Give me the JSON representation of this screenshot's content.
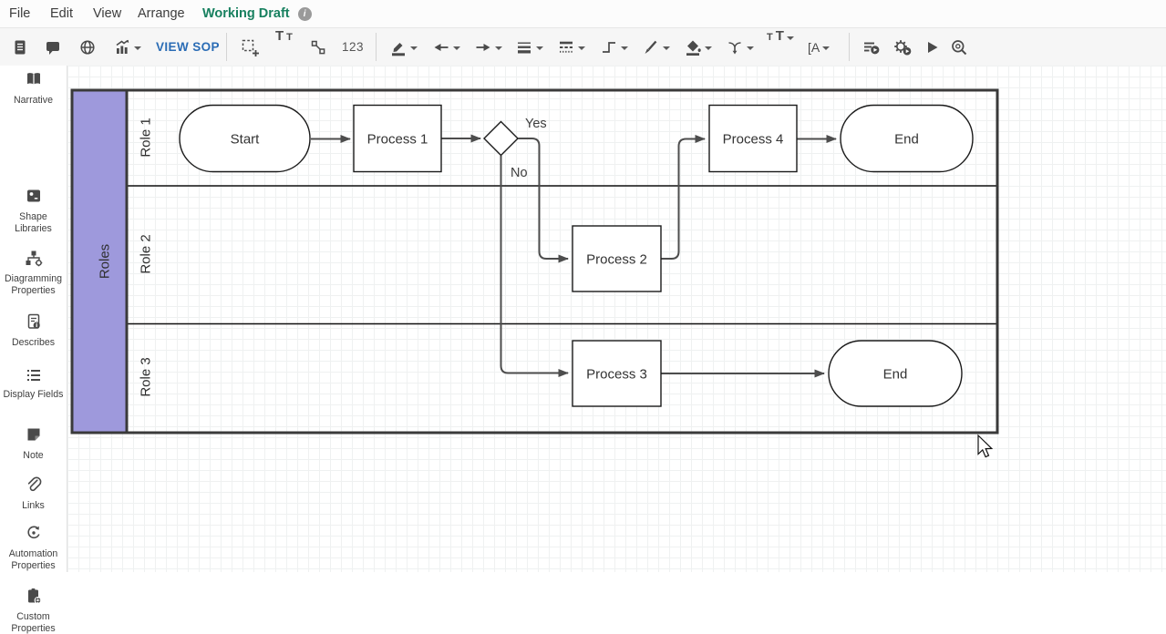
{
  "menubar": {
    "items": [
      {
        "label": "File"
      },
      {
        "label": "Edit"
      },
      {
        "label": "View"
      },
      {
        "label": "Arrange"
      }
    ],
    "status": {
      "label": "Working Draft",
      "info_glyph": "i"
    }
  },
  "toolbar": {
    "view_sop": "VIEW SOP",
    "text_tool": {
      "a": "T",
      "b": "T"
    },
    "numbers": "123",
    "font_size": {
      "a": "T",
      "b": "T"
    },
    "font_family": "[A",
    "icons": [
      "document-icon",
      "comment-icon",
      "globe-icon",
      "chart-edit-icon",
      "select-area-icon",
      "connector-nodes-icon",
      "line-color-icon",
      "arrow-start-icon",
      "arrow-end-icon",
      "line-weight-icon",
      "line-style-icon",
      "connector-type-icon",
      "brush-icon",
      "fill-color-icon",
      "junction-icon",
      "font-size-icon",
      "font-family-icon",
      "query-run-icon",
      "automation-run-icon",
      "play-icon",
      "zoom-search-icon"
    ]
  },
  "sidebar": {
    "items": [
      {
        "label": "Narrative",
        "icon": "narrative-book-icon"
      },
      {
        "label": "Shape Libraries",
        "icon": "shape-libraries-icon"
      },
      {
        "label": "Diagramming Properties",
        "icon": "diagramming-properties-icon"
      },
      {
        "label": "Describes",
        "icon": "describes-icon"
      },
      {
        "label": "Display Fields",
        "icon": "display-fields-icon"
      },
      {
        "label": "Note",
        "icon": "note-icon"
      },
      {
        "label": "Links",
        "icon": "links-icon"
      },
      {
        "label": "Automation Properties",
        "icon": "automation-properties-icon"
      },
      {
        "label": "Custom Properties",
        "icon": "custom-properties-icon"
      }
    ]
  },
  "diagram": {
    "pool": {
      "label": "Roles",
      "color": "#9e99dc"
    },
    "lanes": [
      {
        "label": "Role 1"
      },
      {
        "label": "Role 2"
      },
      {
        "label": "Role 3"
      }
    ],
    "nodes": [
      {
        "id": "start",
        "type": "terminator",
        "lane": "Role 1",
        "label": "Start"
      },
      {
        "id": "process1",
        "type": "process",
        "lane": "Role 1",
        "label": "Process 1"
      },
      {
        "id": "process2",
        "type": "process",
        "lane": "Role 2",
        "label": "Process 2"
      },
      {
        "id": "process3",
        "type": "process",
        "lane": "Role 3",
        "label": "Process 3"
      },
      {
        "id": "process4",
        "type": "process",
        "lane": "Role 1",
        "label": "Process 4"
      },
      {
        "id": "end1",
        "type": "terminator",
        "lane": "Role 1",
        "label": "End"
      },
      {
        "id": "end3",
        "type": "terminator",
        "lane": "Role 3",
        "label": "End"
      },
      {
        "id": "decision",
        "type": "decision",
        "lane": "Role 1",
        "label": ""
      }
    ],
    "edges": [
      {
        "from": "start",
        "to": "process1",
        "label": ""
      },
      {
        "from": "process1",
        "to": "decision",
        "label": ""
      },
      {
        "from": "decision",
        "to": "process2",
        "label": "Yes"
      },
      {
        "from": "process2",
        "to": "process4",
        "label": ""
      },
      {
        "from": "process4",
        "to": "end1",
        "label": ""
      },
      {
        "from": "decision",
        "to": "process3",
        "label": "No"
      },
      {
        "from": "process3",
        "to": "end3",
        "label": ""
      }
    ],
    "edge_labels": {
      "yes": "Yes",
      "no": "No"
    }
  },
  "colors": {
    "pool_purple": "#9e99dc",
    "status_green": "#17805f",
    "link_blue": "#2a6cb5",
    "connector_gray": "#4d4d4d",
    "frame_dark": "#3a3a3a"
  }
}
